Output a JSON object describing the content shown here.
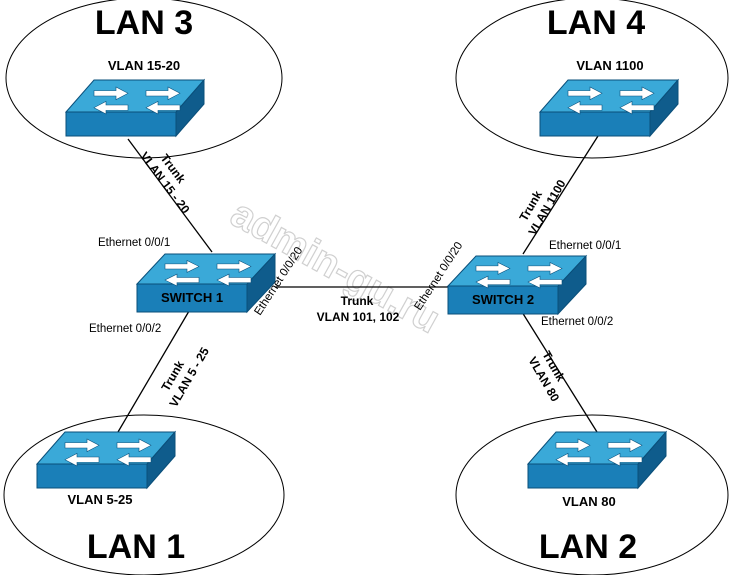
{
  "lans": {
    "lan1": {
      "title": "LAN 1",
      "vlan": "VLAN 5-25"
    },
    "lan2": {
      "title": "LAN 2",
      "vlan": "VLAN 80"
    },
    "lan3": {
      "title": "LAN 3",
      "vlan": "VLAN 15-20"
    },
    "lan4": {
      "title": "LAN 4",
      "vlan": "VLAN 1100"
    }
  },
  "switches": {
    "sw1": {
      "label": "SWITCH 1"
    },
    "sw2": {
      "label": "SWITCH 2"
    }
  },
  "ports": {
    "sw1_up": "Ethernet 0/0/1",
    "sw1_down": "Ethernet 0/0/2",
    "sw1_mid": "Ethernet 0/0/20",
    "sw2_up": "Ethernet 0/0/1",
    "sw2_down": "Ethernet 0/0/2",
    "sw2_mid": "Ethernet 0/0/20"
  },
  "trunks": {
    "lan3_sw1": {
      "line1": "Trunk",
      "line2": "VLAN 15 - 20"
    },
    "lan1_sw1": {
      "line1": "Trunk",
      "line2": "VLAN 5 - 25"
    },
    "sw1_sw2": {
      "line1": "Trunk",
      "line2": "VLAN 101, 102"
    },
    "lan4_sw2": {
      "line1": "Trunk",
      "line2": "VLAN 1100"
    },
    "lan2_sw2": {
      "line1": "Trunk",
      "line2": "VLAN 80"
    }
  },
  "watermark": "admin-gu.ru",
  "colors": {
    "switch_top": "#2f9fd0",
    "switch_front": "#1a78b0",
    "switch_side": "#0f5c8c",
    "arrow": "#ffffff"
  }
}
